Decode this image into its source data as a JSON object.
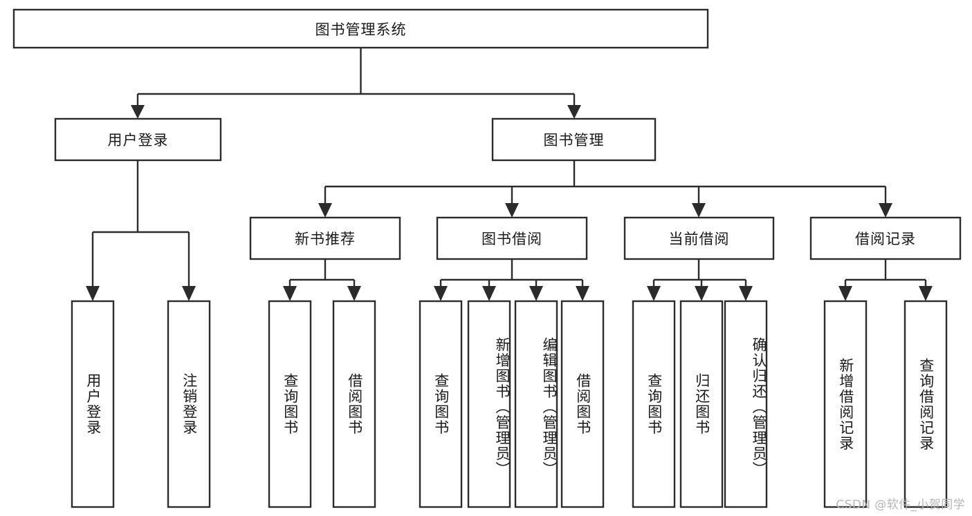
{
  "diagram": {
    "title": "图书管理系统",
    "watermark": "CSDN @软件_小贺同学",
    "colors": {
      "background": "#ffffff",
      "box_fill": "#ffffff",
      "box_stroke": "#2b2b2b",
      "text": "#1a1a1a",
      "watermark": "#b6b6b6"
    },
    "root": {
      "label": "图书管理系统"
    },
    "level1": [
      {
        "label": "用户登录"
      },
      {
        "label": "图书管理"
      }
    ],
    "level2": [
      {
        "label": "新书推荐"
      },
      {
        "label": "图书借阅"
      },
      {
        "label": "当前借阅"
      },
      {
        "label": "借阅记录"
      }
    ],
    "leaves": {
      "user_login": [
        {
          "label": "用户登录"
        },
        {
          "label": "注销登录"
        }
      ],
      "new_book_recommend": [
        {
          "label": "查询图书"
        },
        {
          "label": "借阅图书"
        }
      ],
      "book_borrow": [
        {
          "label": "查询图书"
        },
        {
          "label": "新增图书（管理员）"
        },
        {
          "label": "编辑图书（管理员）"
        },
        {
          "label": "借阅图书"
        }
      ],
      "current_borrow": [
        {
          "label": "查询图书"
        },
        {
          "label": "归还图书"
        },
        {
          "label": "确认归还（管理员）"
        }
      ],
      "borrow_record": [
        {
          "label": "新增借阅记录"
        },
        {
          "label": "查询借阅记录"
        }
      ]
    }
  },
  "chart_data": {
    "type": "tree-diagram",
    "title": "图书管理系统",
    "orientation": "top-down",
    "levels": 4,
    "nodes": [
      {
        "id": "root",
        "label": "图书管理系统",
        "level": 0,
        "parent": null
      },
      {
        "id": "n1",
        "label": "用户登录",
        "level": 1,
        "parent": "root"
      },
      {
        "id": "n2",
        "label": "图书管理",
        "level": 1,
        "parent": "root"
      },
      {
        "id": "n1a",
        "label": "用户登录",
        "level": 2,
        "parent": "n1"
      },
      {
        "id": "n1b",
        "label": "注销登录",
        "level": 2,
        "parent": "n1"
      },
      {
        "id": "n2a",
        "label": "新书推荐",
        "level": 2,
        "parent": "n2"
      },
      {
        "id": "n2b",
        "label": "图书借阅",
        "level": 2,
        "parent": "n2"
      },
      {
        "id": "n2c",
        "label": "当前借阅",
        "level": 2,
        "parent": "n2"
      },
      {
        "id": "n2d",
        "label": "借阅记录",
        "level": 2,
        "parent": "n2"
      },
      {
        "id": "n2a1",
        "label": "查询图书",
        "level": 3,
        "parent": "n2a"
      },
      {
        "id": "n2a2",
        "label": "借阅图书",
        "level": 3,
        "parent": "n2a"
      },
      {
        "id": "n2b1",
        "label": "查询图书",
        "level": 3,
        "parent": "n2b"
      },
      {
        "id": "n2b2",
        "label": "新增图书（管理员）",
        "level": 3,
        "parent": "n2b"
      },
      {
        "id": "n2b3",
        "label": "编辑图书（管理员）",
        "level": 3,
        "parent": "n2b"
      },
      {
        "id": "n2b4",
        "label": "借阅图书",
        "level": 3,
        "parent": "n2b"
      },
      {
        "id": "n2c1",
        "label": "查询图书",
        "level": 3,
        "parent": "n2c"
      },
      {
        "id": "n2c2",
        "label": "归还图书",
        "level": 3,
        "parent": "n2c"
      },
      {
        "id": "n2c3",
        "label": "确认归还（管理员）",
        "level": 3,
        "parent": "n2c"
      },
      {
        "id": "n2d1",
        "label": "新增借阅记录",
        "level": 3,
        "parent": "n2d"
      },
      {
        "id": "n2d2",
        "label": "查询借阅记录",
        "level": 3,
        "parent": "n2d"
      }
    ]
  }
}
